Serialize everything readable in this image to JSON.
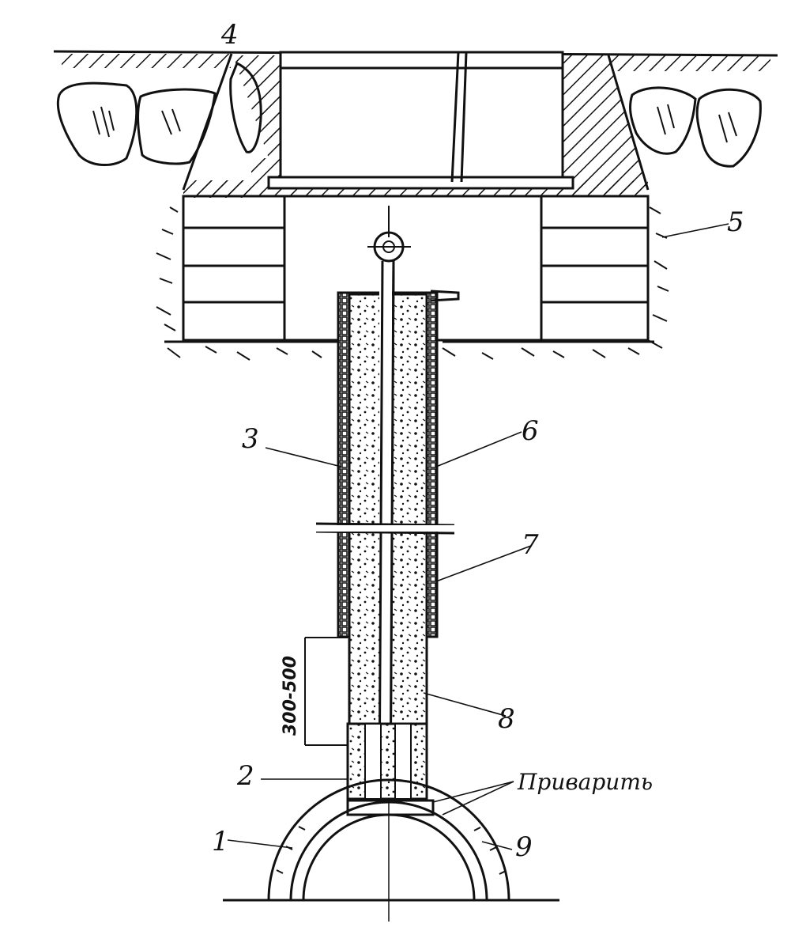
{
  "labels": {
    "n1": "1",
    "n2": "2",
    "n3": "3",
    "n4": "4",
    "n5": "5",
    "n6": "6",
    "n7": "7",
    "n8": "8",
    "n9": "9"
  },
  "dimension": "300-500",
  "note": "Приварить"
}
